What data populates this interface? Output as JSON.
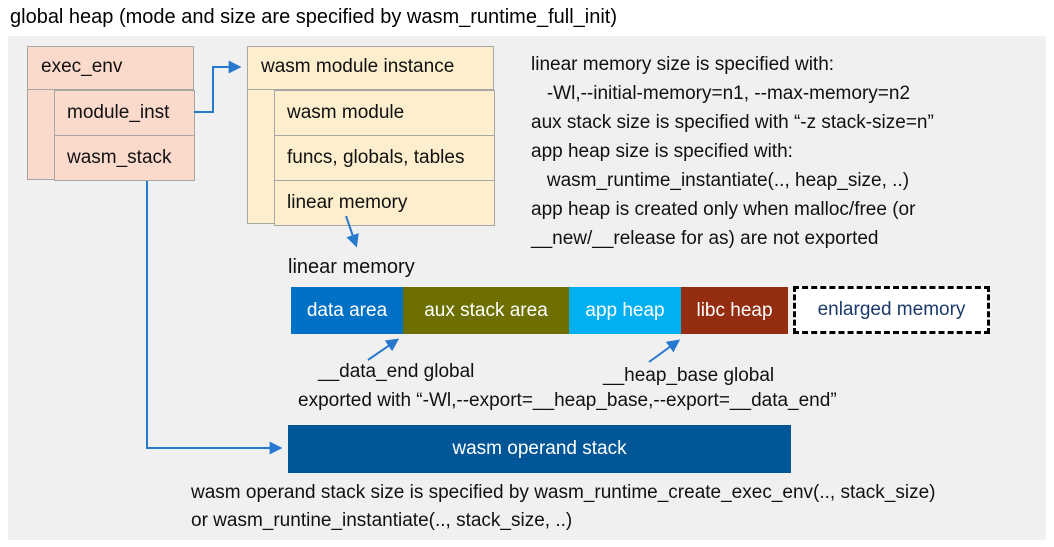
{
  "title": "global heap (mode and size are specified by wasm_runtime_full_init)",
  "colors": {
    "panel_bg": "#f0f0f0",
    "struct_fill": "#fbd9cb",
    "instance_fill": "#fdeecd",
    "box_border": "#a6a6a6",
    "data_area": "#0071c5",
    "aux_stack_area": "#6d7000",
    "app_heap": "#00b0f0",
    "libc_heap": "#942d10",
    "operand_stack": "#005697",
    "arrow": "#2878cf",
    "enlarged_text": "#1a3a6b"
  },
  "exec_env": {
    "label": "exec_env",
    "fields": {
      "module_inst": "module_inst",
      "wasm_stack": "wasm_stack"
    }
  },
  "module_instance": {
    "label": "wasm module instance",
    "rows": {
      "wasm_module": "wasm module",
      "funcs_globals_tables": "funcs, globals, tables",
      "linear_memory": "linear memory"
    }
  },
  "notes": {
    "memory_config": "linear memory size is specified with:\n   -Wl,--initial-memory=n1, --max-memory=n2\naux stack size is specified with “-z stack-size=n”\napp heap size is specified with:\n   wasm_runtime_instantiate(.., heap_size, ..)\napp heap is created only when malloc/free (or\n__new/__release for as) are not exported"
  },
  "linear_memory": {
    "label": "linear memory",
    "segments": {
      "data_area": "data area",
      "aux_stack_area": "aux stack area",
      "app_heap": "app heap",
      "libc_heap": "libc heap",
      "enlarged_memory": "enlarged memory"
    }
  },
  "globals": {
    "data_end": "__data_end global",
    "heap_base": "__heap_base global",
    "exported": "exported with “-Wl,--export=__heap_base,--export=__data_end”"
  },
  "operand_stack": {
    "label": "wasm operand stack",
    "note": "wasm operand stack size is specified by wasm_runtime_create_exec_env(.., stack_size)\nor wasm_runtine_instantiate(.., stack_size, ..)"
  }
}
